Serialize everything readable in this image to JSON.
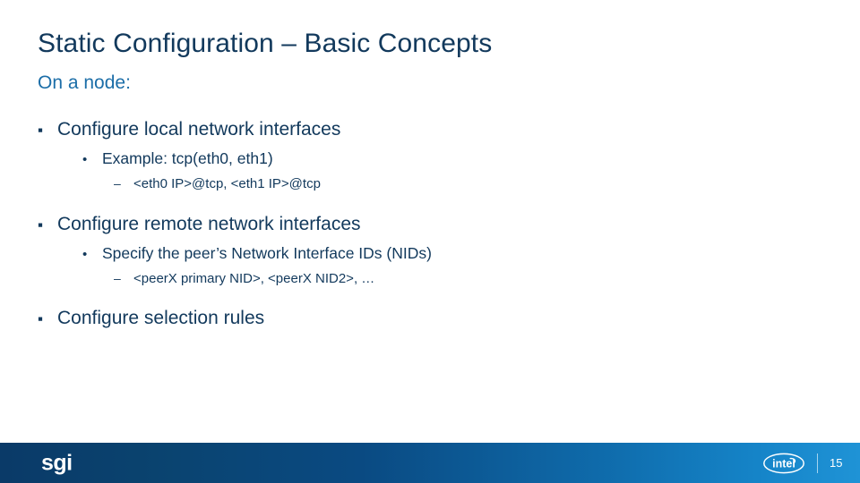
{
  "slide": {
    "title": "Static Configuration – Basic Concepts",
    "subtitle": "On a node:",
    "bullets": [
      {
        "level": 1,
        "marker": "square-bullet",
        "marker_glyph": "▪",
        "text": "Configure local network interfaces"
      },
      {
        "level": 2,
        "marker": "round-bullet",
        "marker_glyph": "•",
        "text": "Example: tcp(eth0, eth1)"
      },
      {
        "level": 3,
        "marker": "dash-bullet",
        "marker_glyph": "–",
        "text": "<eth0 IP>@tcp, <eth1 IP>@tcp"
      },
      {
        "level": 1,
        "marker": "square-bullet",
        "marker_glyph": "▪",
        "text": "Configure remote network interfaces"
      },
      {
        "level": 2,
        "marker": "round-bullet",
        "marker_glyph": "•",
        "text": "Specify the peer’s Network Interface IDs (NIDs)"
      },
      {
        "level": 3,
        "marker": "dash-bullet",
        "marker_glyph": "–",
        "text": "<peerX primary NID>, <peerX NID2>, …"
      },
      {
        "level": 1,
        "marker": "square-bullet",
        "marker_glyph": "▪",
        "text": "Configure selection rules"
      }
    ]
  },
  "footer": {
    "brand_logo": "sgi",
    "partner_logo": "intel-logo",
    "partner_logo_text": "intel",
    "page_number": "15"
  },
  "colors": {
    "title": "#12395c",
    "subtitle": "#1c6ea8",
    "body_text": "#12395c",
    "footer_gradient_start": "#0a3a68",
    "footer_gradient_end": "#1f93d6",
    "footer_text": "#ffffff",
    "slide_background": "#ffffff"
  }
}
